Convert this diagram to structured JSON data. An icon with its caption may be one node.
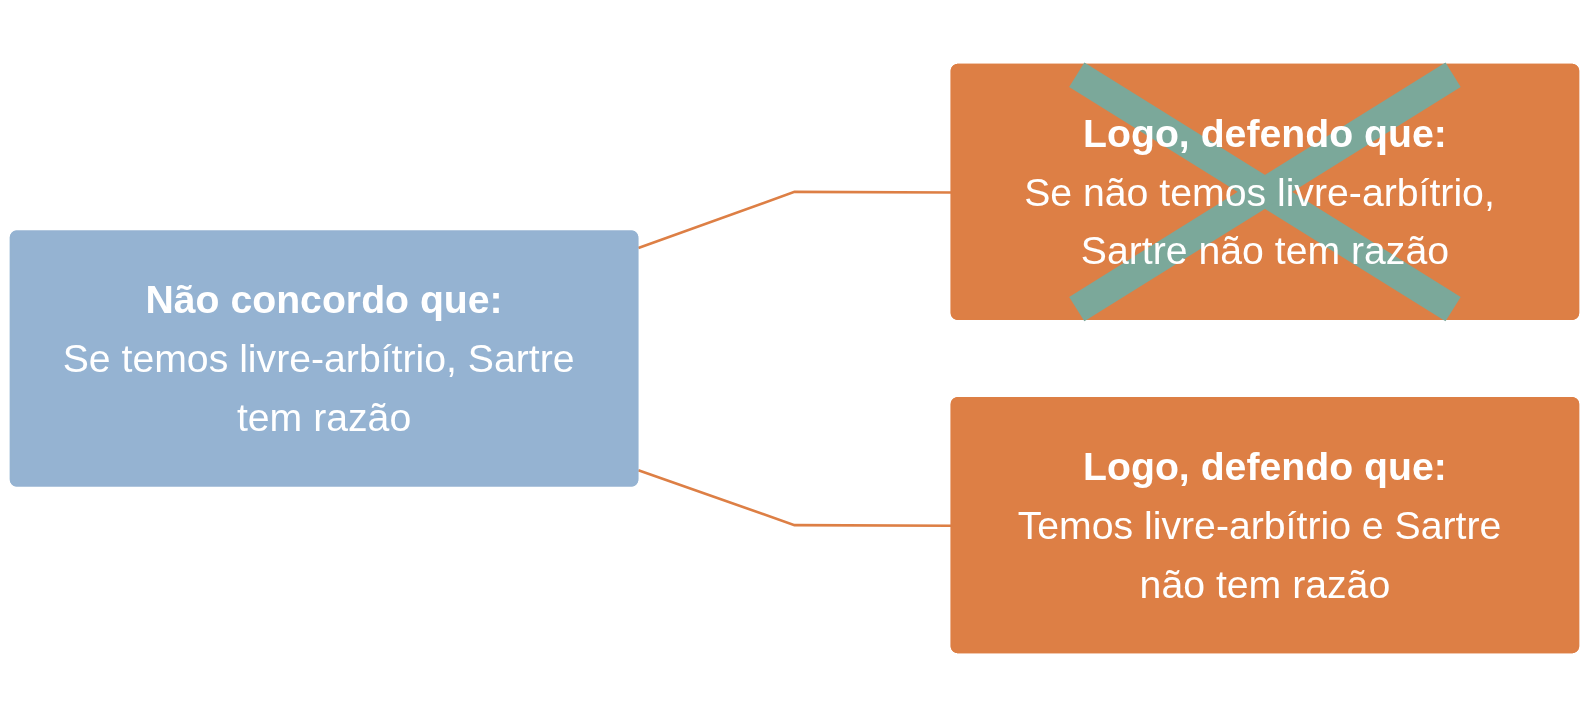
{
  "diagram": {
    "nodes": [
      {
        "text": [
          "Não concordo que:",
          "Se temos livre-arbítrio, Sartre tem razão"
        ]
      },
      {
        "text": [
          "Logo, defendo que:",
          "Se não temos livre-arbítrio, Sartre não tem razão"
        ]
      },
      {
        "text": [
          "Logo, defendo que:",
          "Temos livre-arbítrio e Sartre não tem razão"
        ]
      }
    ],
    "edges": [
      {
        "from": 0,
        "to": 1,
        "arrow": "none"
      },
      {
        "from": 0,
        "to": 2,
        "arrow": "none"
      }
    ]
  }
}
